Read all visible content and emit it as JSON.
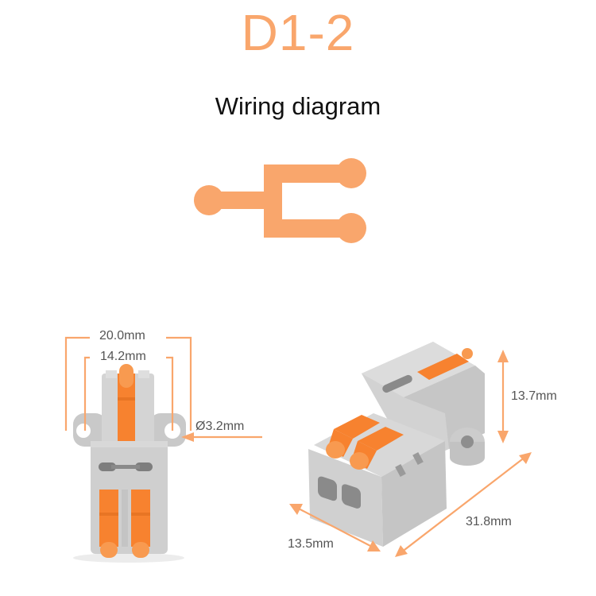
{
  "header": {
    "title": "D1-2",
    "subtitle": "Wiring diagram"
  },
  "colors": {
    "accent_orange": "#F9A66C",
    "lever_orange": "#F7822F",
    "body_gray": "#CFCFCF",
    "text_dark": "#111111",
    "label_gray": "#555555"
  },
  "wiring_diagram": {
    "inputs": 1,
    "outputs": 2,
    "icon": "splitter-1-to-2-icon"
  },
  "front_view": {
    "dimensions": {
      "outer_width": "20.0mm",
      "inner_width": "14.2mm",
      "hole_diameter": "Ø3.2mm"
    }
  },
  "perspective_view": {
    "dimensions": {
      "height": "13.7mm",
      "length": "31.8mm",
      "width": "13.5mm"
    }
  }
}
